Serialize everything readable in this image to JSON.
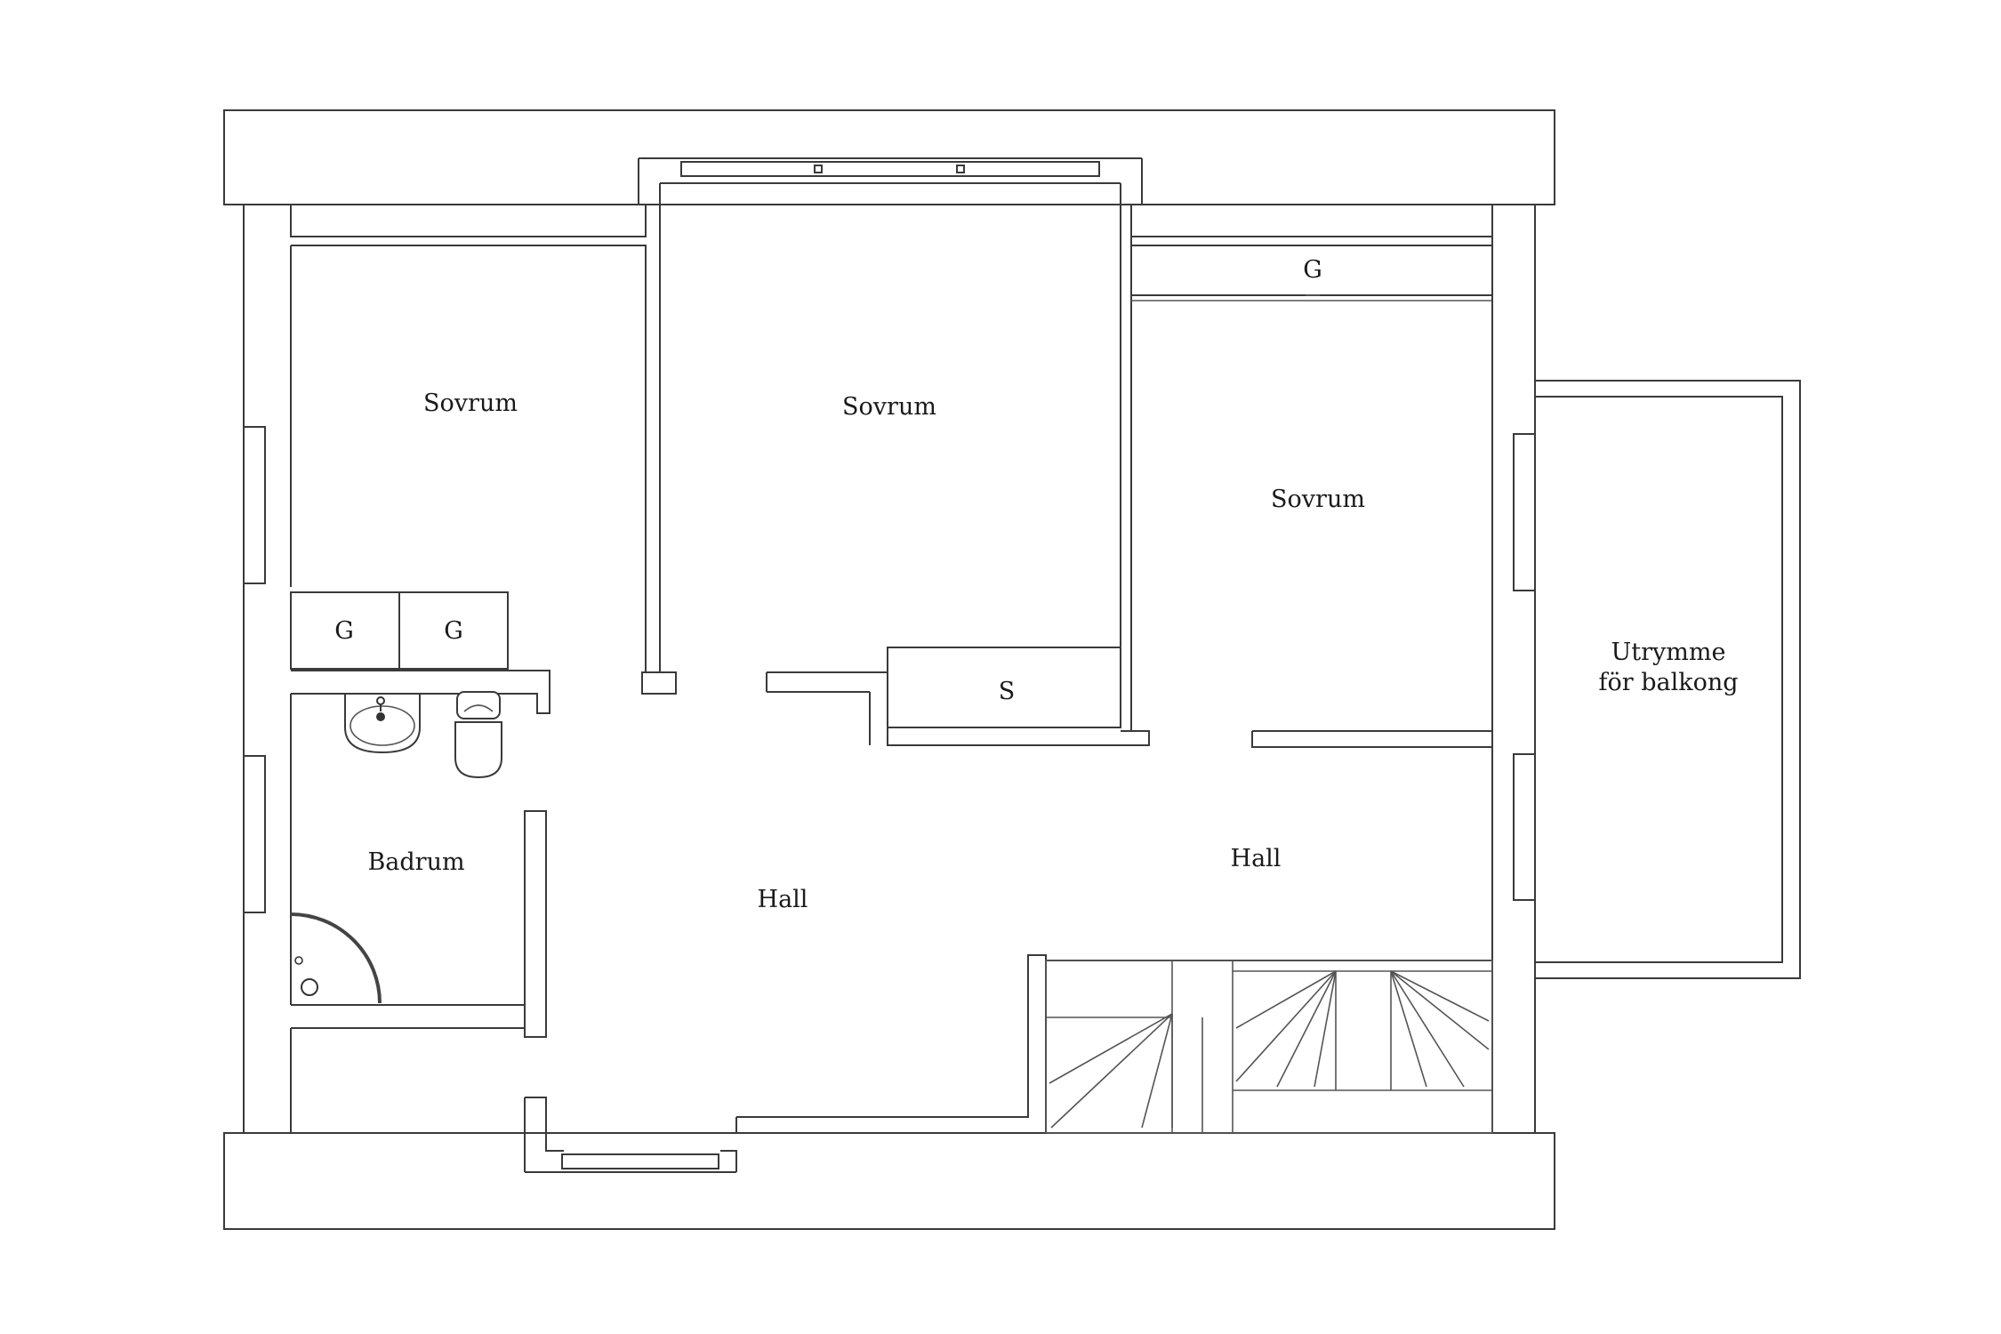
{
  "rooms": {
    "sovrum_left": "Sovrum",
    "sovrum_middle": "Sovrum",
    "sovrum_right": "Sovrum",
    "badrum": "Badrum",
    "hall_left": "Hall",
    "hall_right": "Hall",
    "utrymme_line1": "Utrymme",
    "utrymme_line2": "för balkong"
  },
  "storage": {
    "g_left_1": "G",
    "g_left_2": "G",
    "g_right": "G",
    "s_middle": "S"
  },
  "colors": {
    "wall_stroke": "#3a3a3a",
    "background": "#ffffff"
  }
}
